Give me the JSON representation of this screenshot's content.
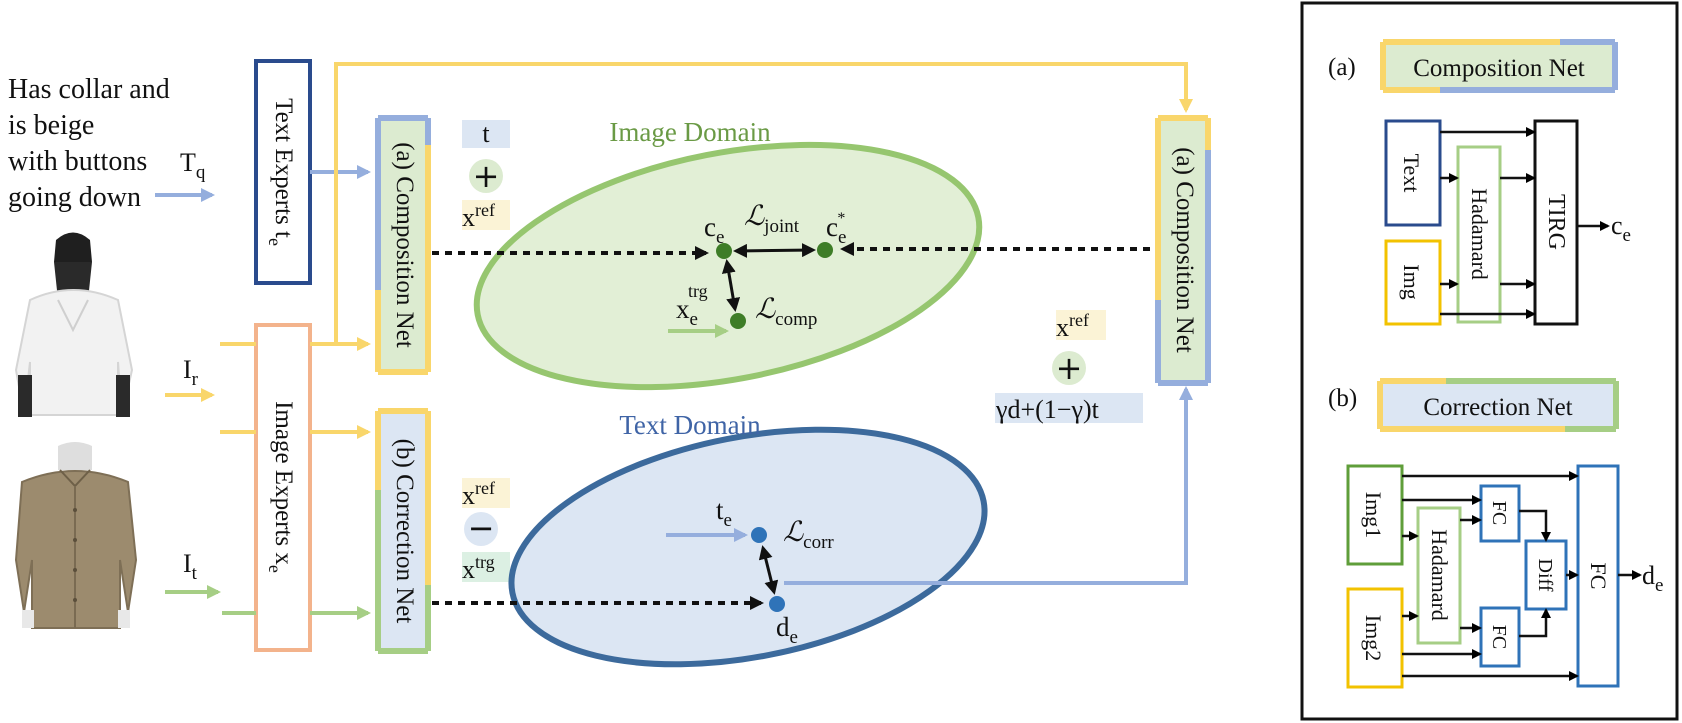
{
  "query": {
    "lines": [
      "Has collar and",
      "is beige",
      "with buttons",
      "going down"
    ]
  },
  "inputs": {
    "text_query": {
      "base": "T",
      "sub": "q"
    },
    "ref_image": {
      "base": "I",
      "sub": "r"
    },
    "target_image": {
      "base": "I",
      "sub": "t"
    }
  },
  "experts": {
    "text": {
      "label": "Text Experts t",
      "sub": "e"
    },
    "image": {
      "label": "Image Experts x",
      "sub": "e"
    }
  },
  "blocks": {
    "composition_left": "(a) Composition Net",
    "correction_left": "(b) Correction Net",
    "composition_right": "(a) Composition Net"
  },
  "ops": {
    "top": {
      "t": "t",
      "op": "+",
      "x": "x",
      "x_sup": "ref"
    },
    "mid": {
      "x": "x",
      "x_sup": "ref",
      "op": "−",
      "x2": "x",
      "x2_sup": "trg"
    },
    "right": {
      "x": "x",
      "x_sup": "ref",
      "op": "+",
      "formula": "γd+(1−γ)t"
    }
  },
  "domains": {
    "image": {
      "title": "Image Domain",
      "ce": {
        "base": "c",
        "sub": "e"
      },
      "ce_star": {
        "base": "c",
        "sub": "e",
        "sup": "*"
      },
      "x_trg": {
        "base": "x",
        "sub": "e",
        "sup": "trg"
      },
      "l_joint": {
        "base": "ℒ",
        "sub": "joint"
      },
      "l_comp": {
        "base": "ℒ",
        "sub": "comp"
      }
    },
    "text": {
      "title": "Text Domain",
      "te": {
        "base": "t",
        "sub": "e"
      },
      "de": {
        "base": "d",
        "sub": "e"
      },
      "l_corr": {
        "base": "ℒ",
        "sub": "corr"
      }
    }
  },
  "panel": {
    "a": {
      "tag": "(a)",
      "title": "Composition Net",
      "text_box": "Text",
      "img_box": "Img",
      "hadamard": "Hadamard",
      "tirg": "TIRG",
      "out": {
        "base": "c",
        "sub": "e"
      }
    },
    "b": {
      "tag": "(b)",
      "title": "Correction Net",
      "img1": "Img1",
      "img2": "Img2",
      "hadamard": "Hadamard",
      "fc_top": "FC",
      "fc_bot": "FC",
      "diff": "Diff",
      "fc_big": "FC",
      "out": {
        "base": "d",
        "sub": "e"
      }
    }
  },
  "colors": {
    "yellow": "#f9d66b",
    "blue_line": "#95aedd",
    "green_line": "#a6ce85",
    "navy": "#2a4b8d",
    "orange": "#f3b38c",
    "green_border": "#5f9e3a",
    "light_green_fill": "#dcebd0",
    "light_blue_fill": "#dce6f3",
    "dot_green": "#3e7d27",
    "dot_blue": "#2f73b8",
    "ellipse_green": "#96c66f",
    "ellipse_blue": "#3c6a9c",
    "image_domain_text": "#6a9a45",
    "text_domain_text": "#3f64a6"
  }
}
